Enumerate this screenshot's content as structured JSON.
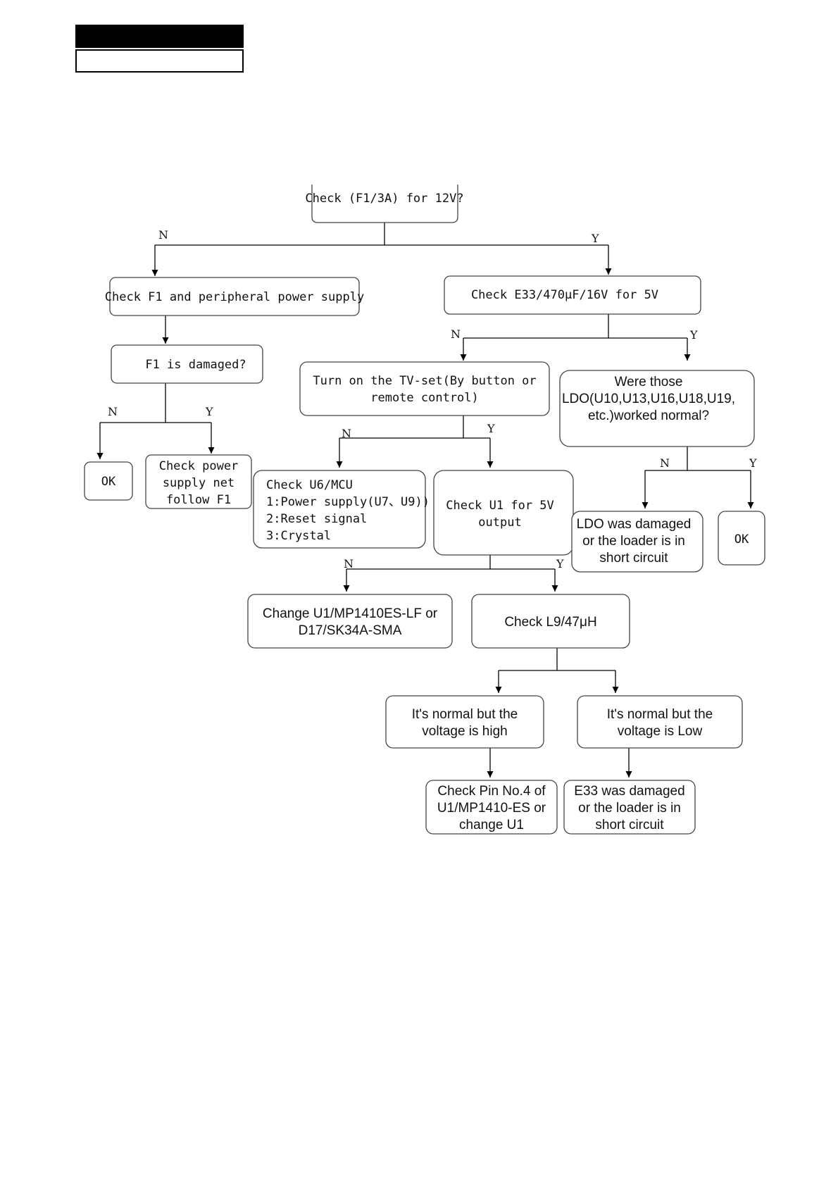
{
  "nodes": {
    "n_root": [
      "Check (F1/3A) for 12V?"
    ],
    "n_f1_check": [
      "Check F1 and peripheral power supply"
    ],
    "n_e33": [
      "Check E33/470μF/16V for 5V"
    ],
    "n_f1_damaged": [
      "F1 is damaged?"
    ],
    "n_turn_on": [
      "Turn on the TV-set(By button or",
      "remote control)"
    ],
    "n_ldo_q": [
      "Were those",
      "LDO(U10,U13,U16,U18,U19,",
      "etc.)worked normal?"
    ],
    "n_ok_left": [
      "OK"
    ],
    "n_check_power": [
      "Check power",
      "supply net",
      "follow F1"
    ],
    "n_u6": [
      "Check U6/MCU",
      "1:Power supply(U7、U9))",
      "2:Reset signal",
      "3:Crystal"
    ],
    "n_u1_out": [
      "Check U1 for 5V",
      "output"
    ],
    "n_ldo_dmg": [
      "LDO was damaged",
      "or the loader is in",
      "short circuit"
    ],
    "n_ok_right": [
      "OK"
    ],
    "n_change_u1": [
      "Change U1/MP1410ES-LF or",
      "D17/SK34A-SMA"
    ],
    "n_l9": [
      "Check L9/47μH"
    ],
    "n_high": [
      "It's normal but the",
      "voltage is high"
    ],
    "n_low": [
      "It's normal but the",
      "voltage is Low"
    ],
    "n_pin4": [
      "Check Pin No.4 of",
      "U1/MP1410-ES or",
      "change U1"
    ],
    "n_e33_dmg": [
      "E33 was damaged",
      "or the loader is in",
      "short circuit"
    ]
  },
  "labels": {
    "l_root_n": "N",
    "l_root_y": "Y",
    "l_e33_n": "N",
    "l_e33_y": "Y",
    "l_f1_n": "N",
    "l_f1_y": "Y",
    "l_turn_n": "N",
    "l_turn_y": "Y",
    "l_ldo_n": "N",
    "l_ldo_y": "Y",
    "l_u1_n": "N",
    "l_u1_y": "Y"
  }
}
